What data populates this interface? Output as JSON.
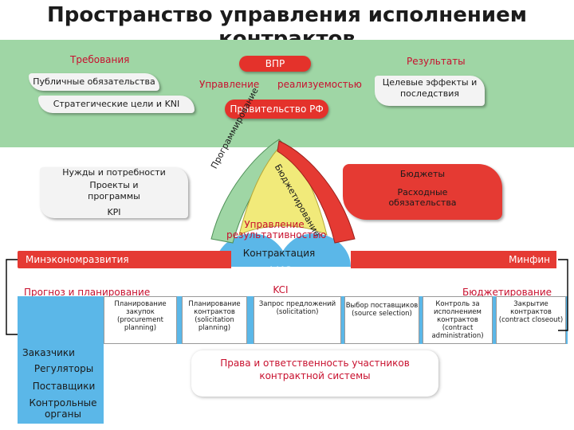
{
  "title": "Пространство управления исполнением контрактов",
  "top": {
    "requirements": "Требования",
    "results": "Результаты",
    "vpr": "ВПР",
    "management": "Управление",
    "realizability": "реализуемостью",
    "public_obligations": "Публичные обязательства",
    "strategic_goals": "Стратегические цели и KNI",
    "target_effects": "Целевые эффекты и последствия",
    "government": "Правительство РФ"
  },
  "middle": {
    "needs": "Нужды и потребности",
    "projects": "Проекты и программы",
    "kpi": "KPI",
    "budgets": "Бюджеты",
    "expenditure": "Расходные обязательства",
    "programming": "Программирование",
    "budgeting_arc": "Бюджетирование",
    "perf_management": "Управление результативностью",
    "contracting": "Контрактация"
  },
  "ministries": {
    "left": "Минэкономразвития",
    "right": "Минфин",
    "fks": "ФКС",
    "ksi": "KCI"
  },
  "bottom": {
    "forecast": "Прогноз и планирование",
    "budgeting": "Бюджетирование",
    "columns": [
      "Планирование закупок (procurement planning)",
      "Планирование контрактов (solicitation planning)",
      "Запрос предложений (solicitation)",
      "Выбор поставщиков (source selection)",
      "Контроль за исполнением контрактов (contract administration)",
      "Закрытие контрактов (contract closeout)"
    ],
    "participants": [
      "Заказчики",
      "Регуляторы",
      "Поставщики",
      "Контрольные органы"
    ],
    "responsibility": "Права и ответственность участников контрактной системы"
  },
  "colors": {
    "green": "#9fd6a5",
    "red": "#e53a33",
    "blue": "#5bb7e8",
    "yellow": "#f1ea7a",
    "accent_text": "#c8102e"
  }
}
